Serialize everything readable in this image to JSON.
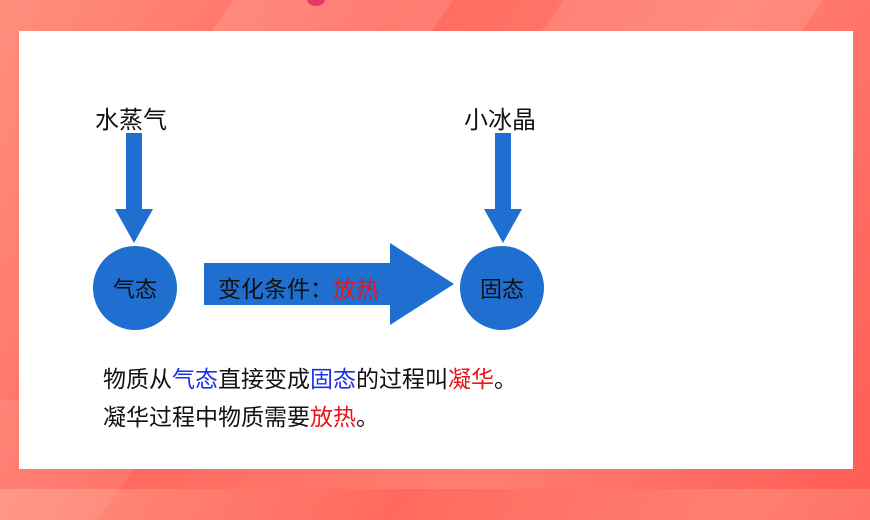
{
  "diagram": {
    "left_top_label": "水蒸气",
    "right_top_label": "小冰晶",
    "left_state": "气态",
    "right_state": "固态",
    "arrow_label_prefix": "变化条件：",
    "arrow_label_highlight": "放热"
  },
  "text": {
    "line1": {
      "p1": "物质从",
      "p2": "气态",
      "p3": "直接变成",
      "p4": "固态",
      "p5": "的过程叫",
      "p6": "凝华",
      "p7": "。"
    },
    "line2": {
      "p1": "凝华过程中物质需要",
      "p2": "放热",
      "p3": "。"
    }
  },
  "colors": {
    "arrow_blue": "#1e6fd0",
    "highlight_red": "#e8151b",
    "highlight_blue": "#1a33e6"
  }
}
